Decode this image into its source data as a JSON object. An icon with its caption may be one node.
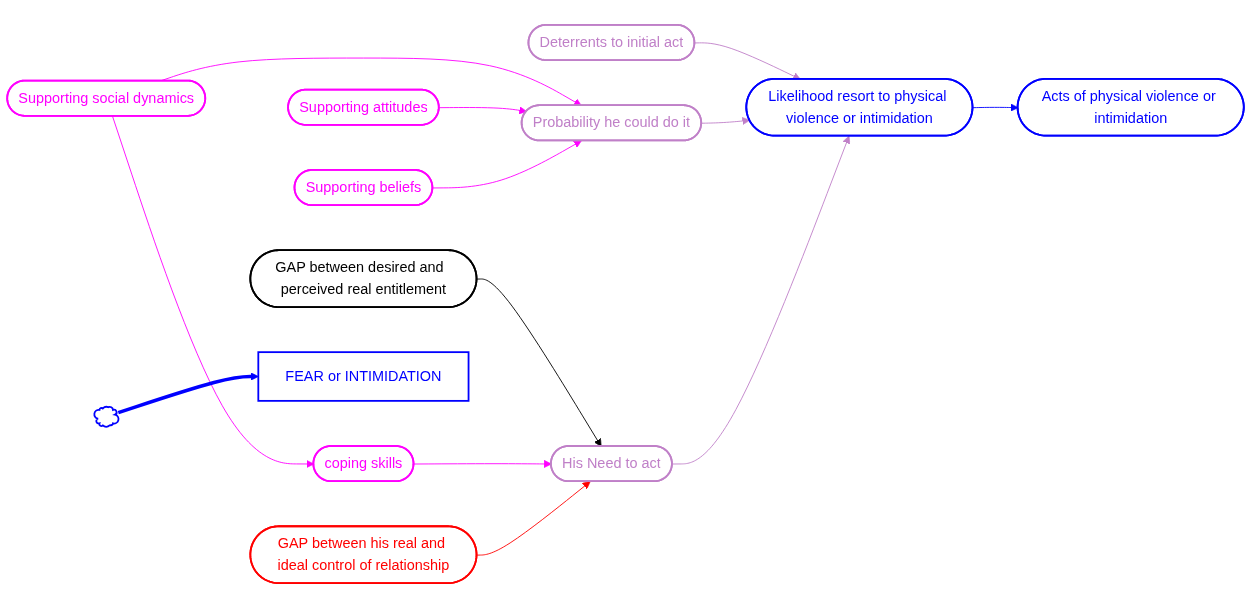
{
  "diagram": {
    "nodes": [
      {
        "text": [
          "GAP between desired and  perceived real entitlement"
        ]
      },
      {
        "text": [
          "Supporting social dynamics"
        ]
      },
      {
        "text": [
          "coping skills"
        ]
      },
      {
        "text": [
          "Deterrents to initial act"
        ]
      },
      {
        "text": [
          "Supporting attitudes"
        ]
      },
      {
        "text": [
          "Supporting beliefs"
        ]
      },
      {
        "text": [
          "Probability he could do it"
        ]
      },
      {
        "text": [
          "His Need to act"
        ]
      },
      {
        "text": [
          "Likelihood resort to physical violence or intimidation"
        ]
      },
      {
        "text": [
          "FEAR or INTIMIDATION"
        ]
      },
      {
        "text": [],
        "shape": "cloud"
      },
      {
        "text": [
          "GAP between his real and ideal control of relationship"
        ]
      },
      {
        "text": [
          "Acts of physical violence or intimidation"
        ]
      }
    ],
    "edges": [
      {
        "from": 0,
        "to": 7,
        "arrow": "to",
        "color": "#000000"
      },
      {
        "from": 1,
        "to": 2,
        "arrow": "to",
        "color": "#ff00ff"
      },
      {
        "from": 1,
        "to": 6,
        "arrow": "to",
        "color": "#ff00ff"
      },
      {
        "from": 4,
        "to": 6,
        "arrow": "to",
        "color": "#ff00ff"
      },
      {
        "from": 5,
        "to": 6,
        "arrow": "to",
        "color": "#ff00ff"
      },
      {
        "from": 2,
        "to": 7,
        "arrow": "to",
        "color": "#ff00ff"
      },
      {
        "from": 3,
        "to": 8,
        "arrow": "to",
        "color": "#c080c8"
      },
      {
        "from": 6,
        "to": 8,
        "arrow": "to",
        "color": "#c080c8"
      },
      {
        "from": 7,
        "to": 8,
        "arrow": "to",
        "color": "#c080c8"
      },
      {
        "from": 11,
        "to": 7,
        "arrow": "to",
        "color": "#ff0000"
      },
      {
        "from": 8,
        "to": 12,
        "arrow": "to",
        "color": "#0000ff"
      },
      {
        "from": 10,
        "to": 9,
        "arrow": "to",
        "style": "thick",
        "color": "#0000ff"
      }
    ]
  }
}
